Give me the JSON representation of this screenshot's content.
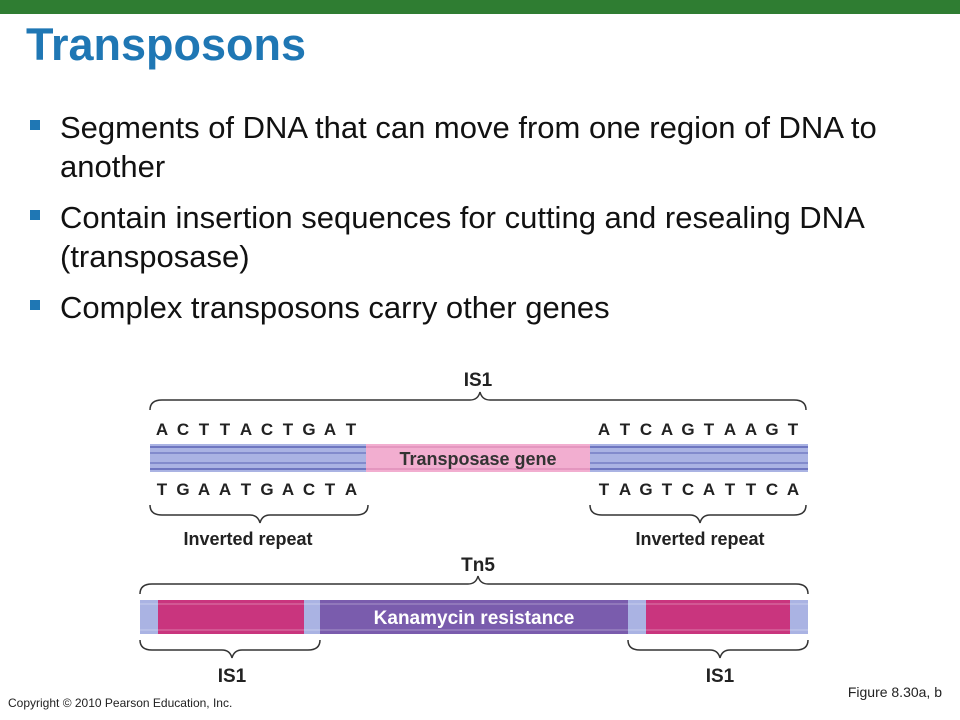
{
  "title": "Transposons",
  "bullets": [
    "Segments of DNA that can move from one region of DNA to another",
    "Contain insertion sequences for cutting and resealing DNA (transposase)",
    "Complex transposons carry other genes"
  ],
  "diagram": {
    "is1_label": "IS1",
    "top_left_seq": [
      "A",
      "C",
      "T",
      "T",
      "A",
      "C",
      "T",
      "G",
      "A",
      "T"
    ],
    "top_right_seq": [
      "A",
      "T",
      "C",
      "A",
      "G",
      "T",
      "A",
      "A",
      "G",
      "T"
    ],
    "bottom_left_seq": [
      "T",
      "G",
      "A",
      "A",
      "T",
      "G",
      "A",
      "C",
      "T",
      "A"
    ],
    "bottom_right_seq": [
      "T",
      "A",
      "G",
      "T",
      "C",
      "A",
      "T",
      "T",
      "C",
      "A"
    ],
    "transposase_label": "Transposase gene",
    "inverted_repeat_label": "Inverted repeat",
    "tn5_label": "Tn5",
    "kanamycin_label": "Kanamycin resistance",
    "is1_left_label": "IS1",
    "is1_right_label": "IS1"
  },
  "colors": {
    "title": "#1f77b4",
    "top_bar": "#2f7d32",
    "strand_blue": "#aab3e3",
    "strand_line": "#5a63b5",
    "transposase_pink": "#f2aed0",
    "magenta": "#c9357e",
    "kanamycin_purple": "#7a5cad"
  },
  "copyright": "Copyright © 2010 Pearson Education, Inc.",
  "figure_ref": "Figure 8.30a, b"
}
